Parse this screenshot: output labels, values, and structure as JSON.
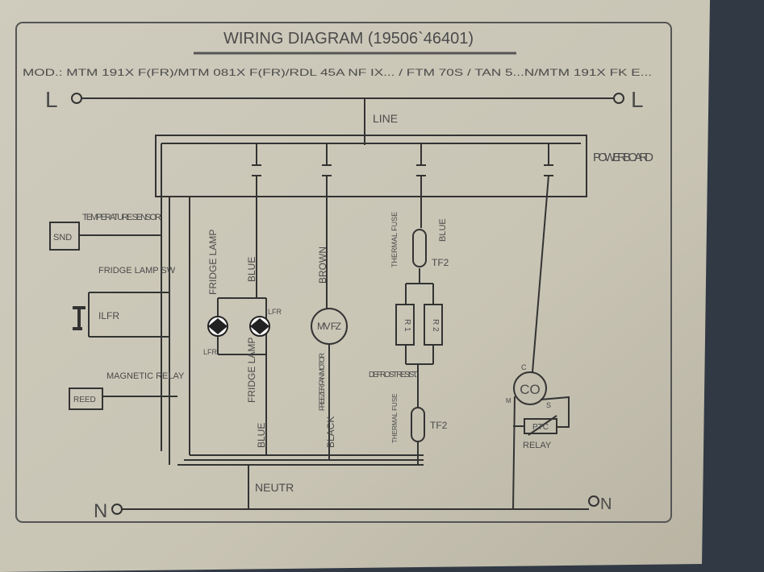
{
  "title": "WIRING DIAGRAM (19506`46401)",
  "models": "MOD.: MTM 191X F(FR)/MTM 081X F(FR)/RDL 45A NF IX... / FTM 70S / TAN 5...N/MTM 191X FK E...",
  "terminals": {
    "line_left": "L",
    "line_right": "L",
    "neutral_left": "N",
    "neutral_right": "N"
  },
  "labels": {
    "line": "LINE",
    "power_board": "POWER BOARD",
    "neutral": "NEUTR",
    "temperature_sensor": "TEMPERATURE SENSOR",
    "snd": "SND",
    "fridge_lamp_sw": "FRIDGE LAMP SW",
    "ilfr": "ILFR",
    "magnetic_relay": "MAGNETIC RELAY",
    "reed": "REED",
    "fridge_lamp_top": "FRIDGE LAMP",
    "fridge_lamp_bottom": "FRIDGE LAMP",
    "lfr_a": "LFR",
    "lfr_b": "LFR",
    "blue_top": "BLUE",
    "blue_bottom": "BLUE",
    "brown": "BROWN",
    "black": "BLACK",
    "motor": "MV FZ",
    "freezer_fan_motor": "FREEZER FAN MOTOR",
    "thermal_fuse_top": "THERMAL FUSE",
    "thermal_fuse_bottom": "THERMAL FUSE",
    "tf2_top": "TF2",
    "tf2_bottom": "TF2",
    "blue_defrost": "BLUE",
    "r1": "R 1",
    "r2": "R 2",
    "defrost_resist": "DEFROST RESIST.",
    "compressor": "CO",
    "c_pin": "C",
    "s_pin": "S",
    "m_pin": "M",
    "ptc": "PTC",
    "relay": "RELAY"
  }
}
